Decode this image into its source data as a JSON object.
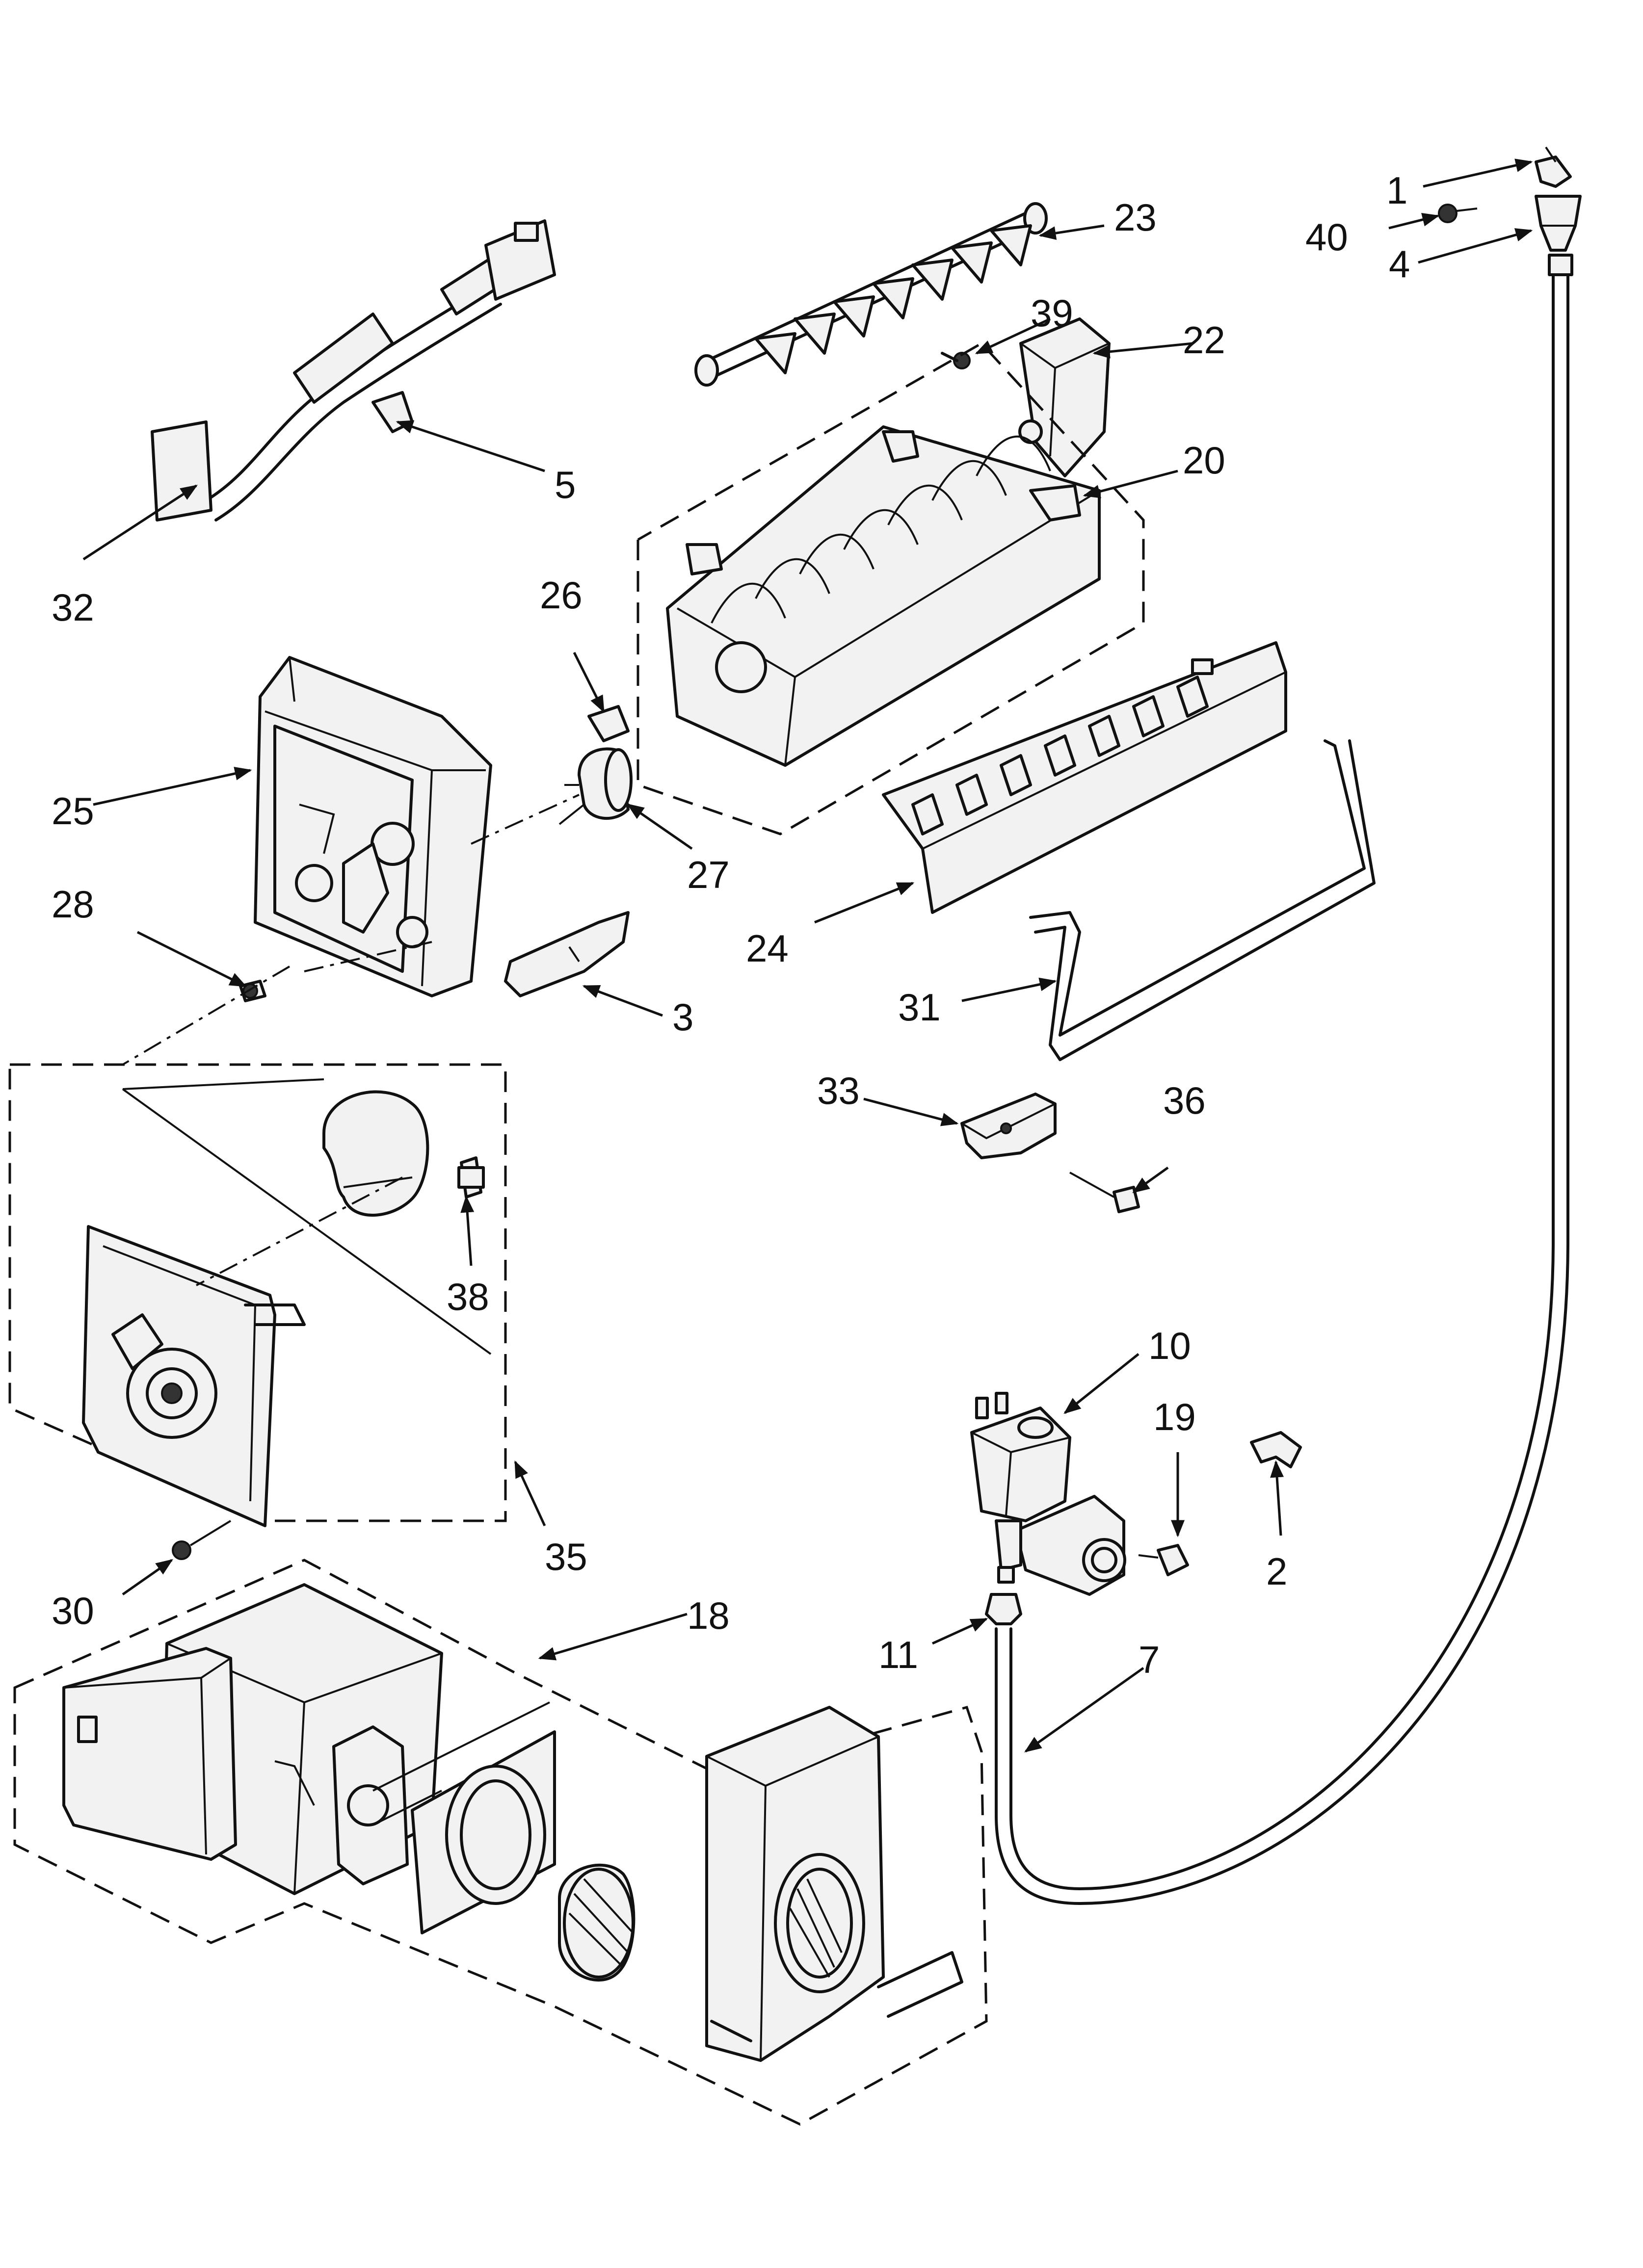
{
  "callouts": [
    {
      "id": "c1",
      "label": "1"
    },
    {
      "id": "c2",
      "label": "2"
    },
    {
      "id": "c3",
      "label": "3"
    },
    {
      "id": "c4",
      "label": "4"
    },
    {
      "id": "c5",
      "label": "5"
    },
    {
      "id": "c7",
      "label": "7"
    },
    {
      "id": "c10",
      "label": "10"
    },
    {
      "id": "c11",
      "label": "11"
    },
    {
      "id": "c18",
      "label": "18"
    },
    {
      "id": "c19",
      "label": "19"
    },
    {
      "id": "c20",
      "label": "20"
    },
    {
      "id": "c22",
      "label": "22"
    },
    {
      "id": "c23",
      "label": "23"
    },
    {
      "id": "c24",
      "label": "24"
    },
    {
      "id": "c25",
      "label": "25"
    },
    {
      "id": "c26",
      "label": "26"
    },
    {
      "id": "c27",
      "label": "27"
    },
    {
      "id": "c28",
      "label": "28"
    },
    {
      "id": "c30",
      "label": "30"
    },
    {
      "id": "c31",
      "label": "31"
    },
    {
      "id": "c32",
      "label": "32"
    },
    {
      "id": "c33",
      "label": "33"
    },
    {
      "id": "c35",
      "label": "35"
    },
    {
      "id": "c36",
      "label": "36"
    },
    {
      "id": "c38",
      "label": "38"
    },
    {
      "id": "c39",
      "label": "39"
    },
    {
      "id": "c40",
      "label": "40"
    }
  ]
}
